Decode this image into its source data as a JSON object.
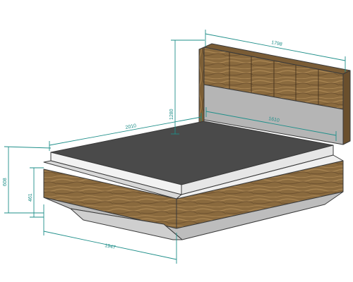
{
  "diagram": {
    "colors": {
      "wood": "#8a6a3e",
      "wood_light": "#a98552",
      "wood_dark": "#6e5230",
      "mattress_top": "#4a4a4a",
      "mattress_side": "#f2f2f2",
      "panel_grey": "#b5b5b5",
      "base_grey": "#bdbdbd",
      "dimension": "#1f8f8a"
    },
    "dimensions": {
      "headboard_width": "1798",
      "length": "2010",
      "mattress_width": "1610",
      "total_height": "1280",
      "frame_height": "608",
      "side_height": "461",
      "depth": "1947"
    }
  }
}
